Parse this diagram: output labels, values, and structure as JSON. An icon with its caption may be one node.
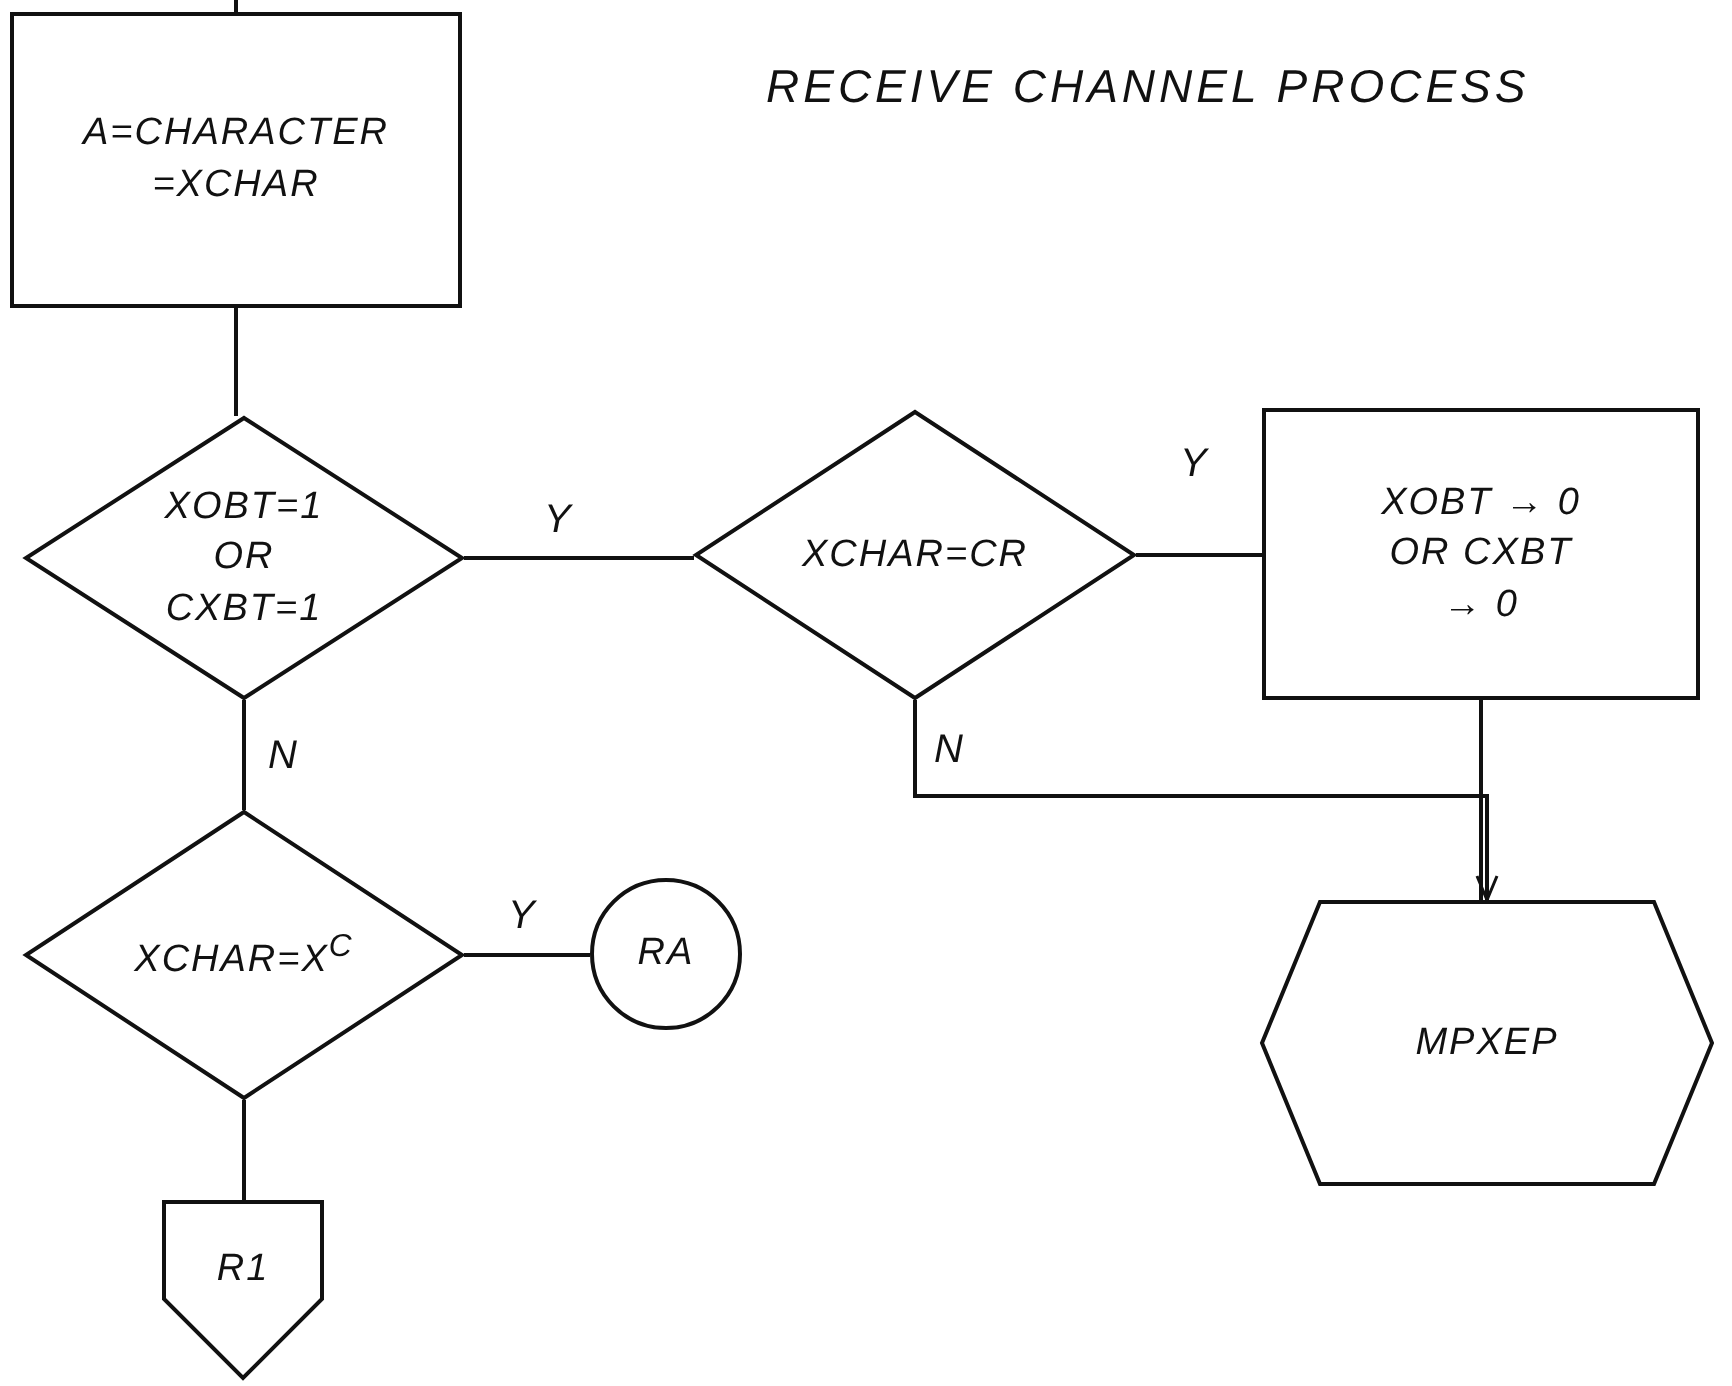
{
  "diagram": {
    "title": "RECEIVE CHANNEL PROCESS",
    "nodes": [
      {
        "text": [
          "A=CHARACTER =XCHAR"
        ]
      },
      {
        "text": [
          "XOBT=1 OR CXBT=1"
        ]
      },
      {
        "text": [
          "XCHAR=CR"
        ]
      },
      {
        "text": [
          "XOBT → 0 OR CXBT → 0"
        ]
      },
      {
        "text": [
          "MPXEP"
        ]
      },
      {
        "text": [
          "XCHAR=X$^{C}$"
        ]
      },
      {
        "text": [
          "RA"
        ]
      },
      {
        "text": [
          "R1"
        ]
      }
    ],
    "edges": [
      {
        "from": null,
        "to": 0,
        "arrow": "none"
      },
      {
        "from": 0,
        "to": 1,
        "arrow": "none"
      },
      {
        "from": 1,
        "to": 2,
        "arrow": "none",
        "label": "Y"
      },
      {
        "from": 2,
        "to": 3,
        "arrow": "none",
        "label": "Y"
      },
      {
        "from": 3,
        "to": 4,
        "arrow": "none"
      },
      {
        "from": 2,
        "to": 4,
        "arrow": "to",
        "label": "N"
      },
      {
        "from": 1,
        "to": 5,
        "arrow": "none",
        "label": "N"
      },
      {
        "from": 5,
        "to": 6,
        "arrow": "none",
        "label": "Y"
      },
      {
        "from": 5,
        "to": 7,
        "arrow": "none"
      }
    ]
  }
}
